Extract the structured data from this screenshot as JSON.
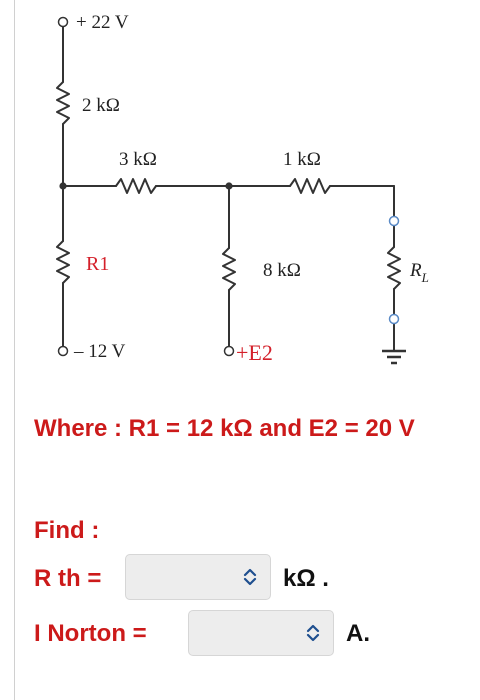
{
  "circuit": {
    "labels": {
      "top_supply": "+ 22 V",
      "r_top": "2 kΩ",
      "r_3k": "3 kΩ",
      "r_1k": "1 kΩ",
      "r1": "R1",
      "r_8k": "8 kΩ",
      "rl": "R",
      "rl_sub": "L",
      "bottom_supply": "– 12 V",
      "e2": "+E2"
    },
    "colors": {
      "wire": "#333333",
      "red_label": "#d4202a",
      "terminal": "#5a8ac6"
    }
  },
  "problem": {
    "where_text": "Where : R1 = 12 kΩ and E2 = 20 V",
    "find_label": "Find :",
    "rth_label": "R th =",
    "rth_value": "",
    "rth_unit": "kΩ .",
    "inorton_label": "I Norton =",
    "inorton_value": "",
    "inorton_unit": "A.",
    "accent_color": "#cc1a1a"
  }
}
